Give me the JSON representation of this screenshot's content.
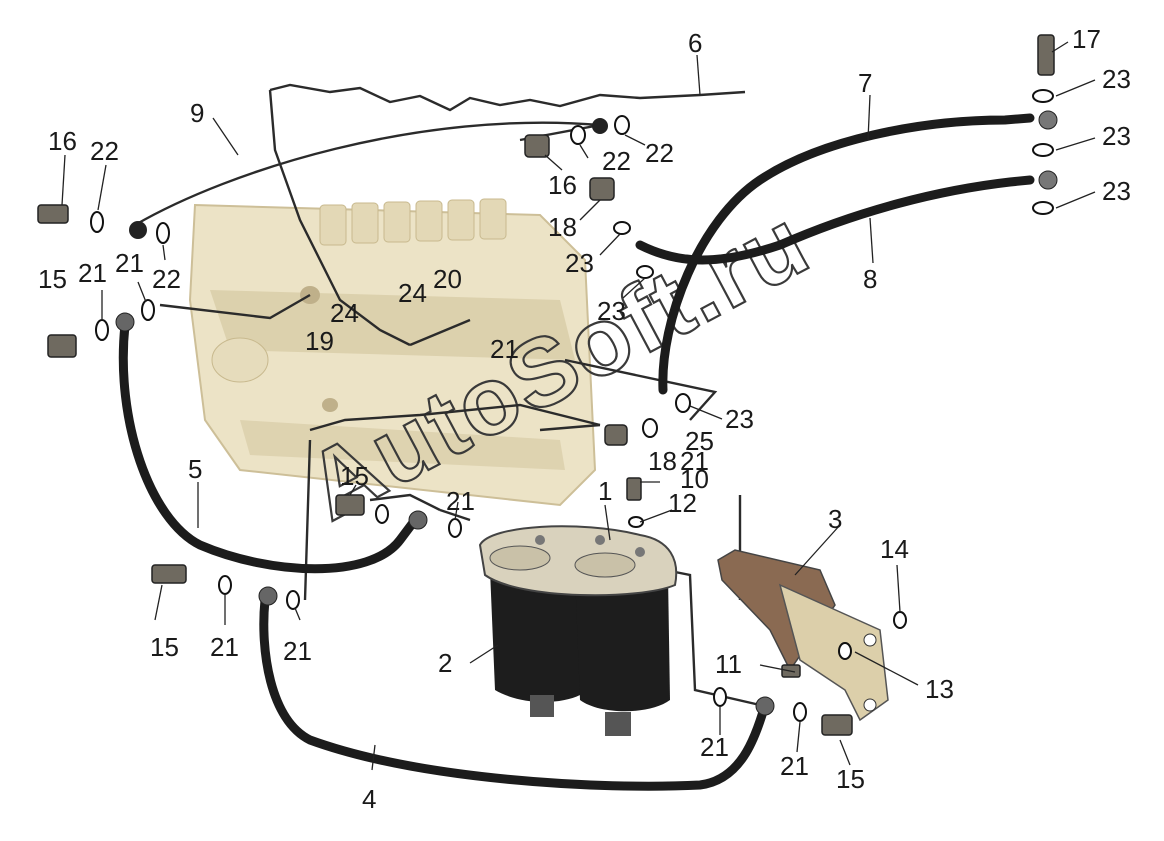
{
  "watermark": "AutoSoft.ru",
  "colors": {
    "pump_body": "#ece3c6",
    "pump_shade": "#d8cca6",
    "filter_black": "#1d1d1d",
    "filter_head": "#d9d2bd",
    "bracket_brown": "#8a6a52",
    "plate_tan": "#dccfaa",
    "hose": "#1c1c1c"
  },
  "labels": [
    {
      "id": "c1",
      "text": "1"
    },
    {
      "id": "c2",
      "text": "2"
    },
    {
      "id": "c3",
      "text": "3"
    },
    {
      "id": "c4",
      "text": "4"
    },
    {
      "id": "c5",
      "text": "5"
    },
    {
      "id": "c6",
      "text": "6"
    },
    {
      "id": "c7",
      "text": "7"
    },
    {
      "id": "c8",
      "text": "8"
    },
    {
      "id": "c9",
      "text": "9"
    },
    {
      "id": "c10",
      "text": "10"
    },
    {
      "id": "c11",
      "text": "11"
    },
    {
      "id": "c12",
      "text": "12"
    },
    {
      "id": "c13",
      "text": "13"
    },
    {
      "id": "c14",
      "text": "14"
    },
    {
      "id": "c15a",
      "text": "15"
    },
    {
      "id": "c15b",
      "text": "15"
    },
    {
      "id": "c15c",
      "text": "15"
    },
    {
      "id": "c15d",
      "text": "15"
    },
    {
      "id": "c16a",
      "text": "16"
    },
    {
      "id": "c16b",
      "text": "16"
    },
    {
      "id": "c17",
      "text": "17"
    },
    {
      "id": "c18a",
      "text": "18"
    },
    {
      "id": "c18b",
      "text": "18"
    },
    {
      "id": "c19",
      "text": "19"
    },
    {
      "id": "c20",
      "text": "20"
    },
    {
      "id": "c21a",
      "text": "21"
    },
    {
      "id": "c21b",
      "text": "21"
    },
    {
      "id": "c21c",
      "text": "21"
    },
    {
      "id": "c21d",
      "text": "21"
    },
    {
      "id": "c21e",
      "text": "21"
    },
    {
      "id": "c21f",
      "text": "21"
    },
    {
      "id": "c21g",
      "text": "21"
    },
    {
      "id": "c21h",
      "text": "21"
    },
    {
      "id": "c21i",
      "text": "21"
    },
    {
      "id": "c22a",
      "text": "22"
    },
    {
      "id": "c22b",
      "text": "22"
    },
    {
      "id": "c22c",
      "text": "22"
    },
    {
      "id": "c22d",
      "text": "22"
    },
    {
      "id": "c23a",
      "text": "23"
    },
    {
      "id": "c23b",
      "text": "23"
    },
    {
      "id": "c23c",
      "text": "23"
    },
    {
      "id": "c23d",
      "text": "23"
    },
    {
      "id": "c23e",
      "text": "23"
    },
    {
      "id": "c23f",
      "text": "23"
    },
    {
      "id": "c24a",
      "text": "24"
    },
    {
      "id": "c24b",
      "text": "24"
    },
    {
      "id": "c25",
      "text": "25"
    }
  ]
}
